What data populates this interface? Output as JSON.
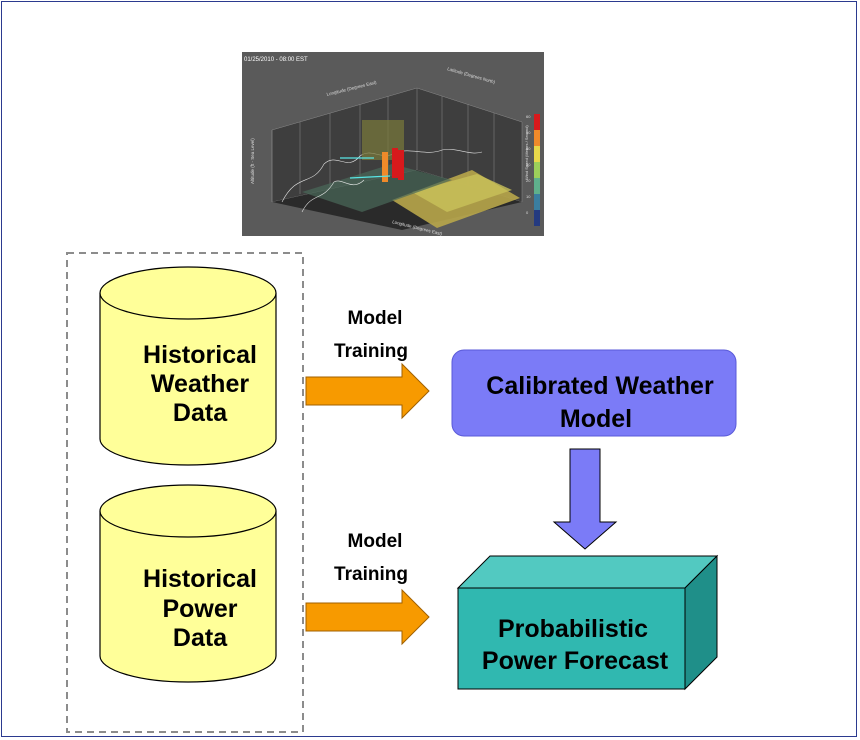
{
  "visualization": {
    "timestamp": "01/25/2010 - 08:00 EST",
    "x_axis_label": "Longitude (Degrees East)",
    "top_axis_label": "Longitude (Degrees East)",
    "lat_axis_label": "Latitude (Degrees North)",
    "alt_axis_label": "Altitude (ft - Sea Level)",
    "colorbar_label": "Wind Speed (Meters / Second)",
    "colorbar_ticks": [
      "60",
      "50",
      "40",
      "30",
      "20",
      "10",
      "0"
    ],
    "colors": [
      "#d7191c",
      "#f08a2a",
      "#e8d84a",
      "#9ccf5a",
      "#5fb08c",
      "#3a7ea0",
      "#243a80"
    ]
  },
  "databases": [
    {
      "lines": [
        "Historical",
        "Weather",
        "Data"
      ]
    },
    {
      "lines": [
        "Historical",
        "Power",
        "Data"
      ]
    }
  ],
  "arrows": [
    {
      "lines": [
        "Model",
        "Training"
      ]
    },
    {
      "lines": [
        "Model",
        "Training"
      ]
    }
  ],
  "weather_model": {
    "lines": [
      "Calibrated Weather",
      "Model"
    ]
  },
  "forecast": {
    "lines": [
      "Probabilistic",
      "Power Forecast"
    ]
  },
  "colors": {
    "cylinder": "#ffff99",
    "arrow_orange": "#f79a00",
    "model_box": "#7b7bf7",
    "forecast_front": "#30b8b0",
    "forecast_top": "#52c9c1",
    "forecast_side": "#1f8f89",
    "frame": "#2b3a8f"
  }
}
